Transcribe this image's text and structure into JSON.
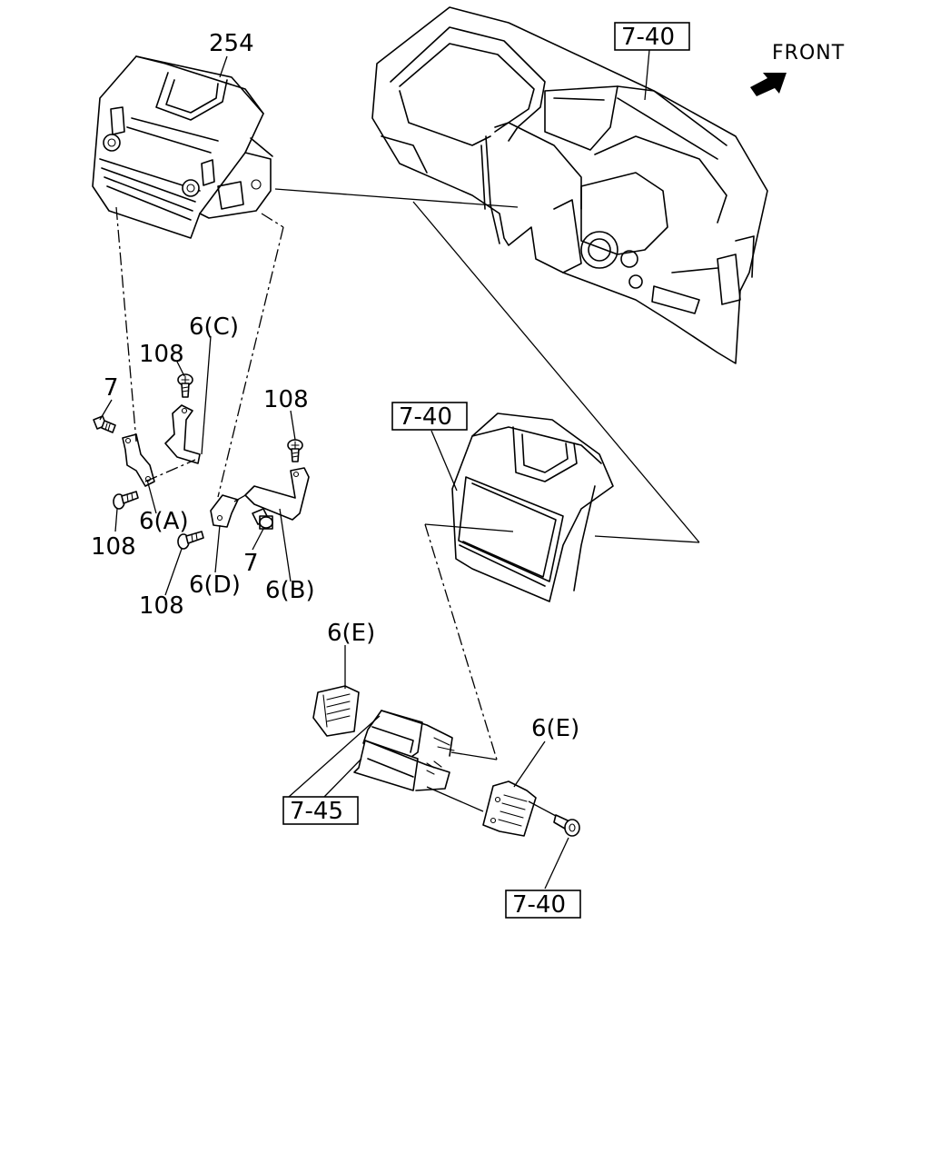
{
  "labels": {
    "radio_unit": "254",
    "dash_ref": "7-40",
    "front": "FRONT",
    "bracket_c": "6(C)",
    "screw_108_a": "108",
    "bolt_7_a": "7",
    "screw_108_b": "108",
    "bracket_a": "6(A)",
    "screw_108_c": "108",
    "bracket_d": "6(D)",
    "bolt_7_b": "7",
    "bracket_b": "6(B)",
    "screw_108_d": "108",
    "bezel_ref": "7-40",
    "bracket_e_upper": "6(E)",
    "pocket_ref": "7-45",
    "bracket_e_lower": "6(E)",
    "screw_ref": "7-40"
  }
}
